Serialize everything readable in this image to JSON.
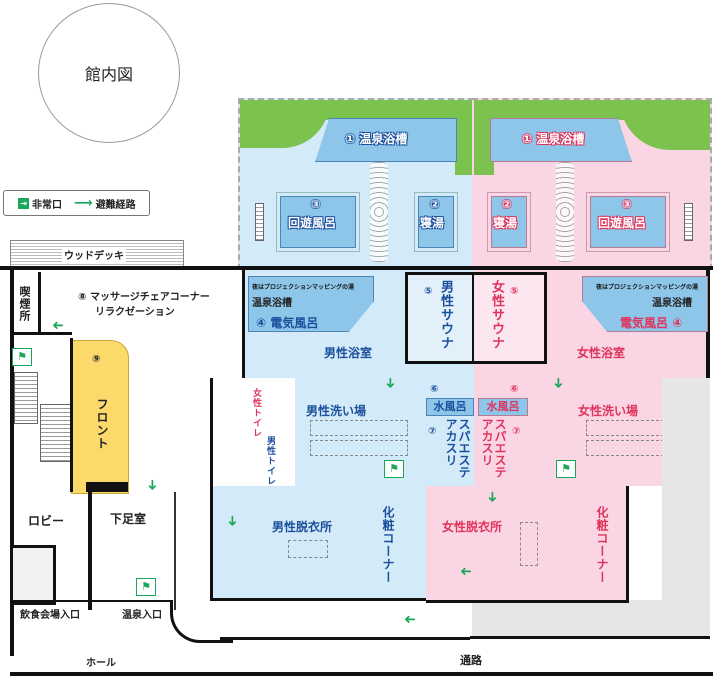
{
  "title": "館内図",
  "legend": {
    "exit_icon": "exit-icon",
    "exit_label": "非常口",
    "route_icon": "arrow-right-icon",
    "route_label": "避難経路"
  },
  "colors": {
    "male_area": "#d3eaf8",
    "female_area": "#fad6e4",
    "pool": "#8ec6ea",
    "garden": "#7cc24e",
    "front_desk": "#fbd96a",
    "male_text": "#1b4f9c",
    "female_text": "#e0325c",
    "exit_green": "#19a85a",
    "wall": "#111111"
  },
  "male": {
    "outdoor_bath": {
      "num": "①",
      "label": "温泉浴槽"
    },
    "sleeping_bath": {
      "num": "②",
      "label": "寝湯"
    },
    "circular_bath": {
      "num": "③",
      "label": "回遊風呂"
    },
    "projection_note": "夜はプロジェクションマッピングの湯",
    "indoor_bath": "温泉浴槽",
    "electric_bath": {
      "num": "④",
      "label": "電気風呂"
    },
    "bathroom": "男性浴室",
    "sauna": {
      "num": "⑤",
      "label": "男性サウナ"
    },
    "cold_bath": {
      "num": "⑥",
      "label": "水風呂"
    },
    "spa_esthe": {
      "num": "⑦",
      "label": "スパエステアカスリ"
    },
    "washing_area": "男性洗い場",
    "toilet": "男性トイレ",
    "changing_room": "男性脱衣所",
    "makeup_corner": "化粧コーナー"
  },
  "female": {
    "outdoor_bath": {
      "num": "①",
      "label": "温泉浴槽"
    },
    "sleeping_bath": {
      "num": "②",
      "label": "寝湯"
    },
    "circular_bath": {
      "num": "③",
      "label": "回遊風呂"
    },
    "projection_note": "夜はプロジェクションマッピングの湯",
    "indoor_bath": "温泉浴槽",
    "electric_bath": {
      "num": "④",
      "label": "電気風呂"
    },
    "bathroom": "女性浴室",
    "sauna": {
      "num": "⑤",
      "label": "女性サウナ"
    },
    "cold_bath": {
      "num": "⑥",
      "label": "水風呂"
    },
    "spa_esthe": {
      "num": "⑦",
      "label": "スパエステアカスリ"
    },
    "washing_area": "女性洗い場",
    "toilet": "女性トイレ",
    "changing_room": "女性脱衣所",
    "makeup_corner": "化粧コーナー"
  },
  "common": {
    "wood_deck": "ウッドデッキ",
    "smoking_room": "喫煙所",
    "massage": {
      "num": "⑧",
      "line1": "マッサージチェアコーナー",
      "line2": "リラクゼーション"
    },
    "front": {
      "num": "⑨",
      "label": "フロント"
    },
    "lobby": "ロビー",
    "shoe_room": "下足室",
    "dining_entrance": "飲食会場入口",
    "onsen_entrance": "温泉入口",
    "hall": "ホール",
    "passage": "通路"
  },
  "glyphs": {
    "arrow_down": "➜",
    "arrow_left": "➜",
    "exit": "⚑"
  }
}
